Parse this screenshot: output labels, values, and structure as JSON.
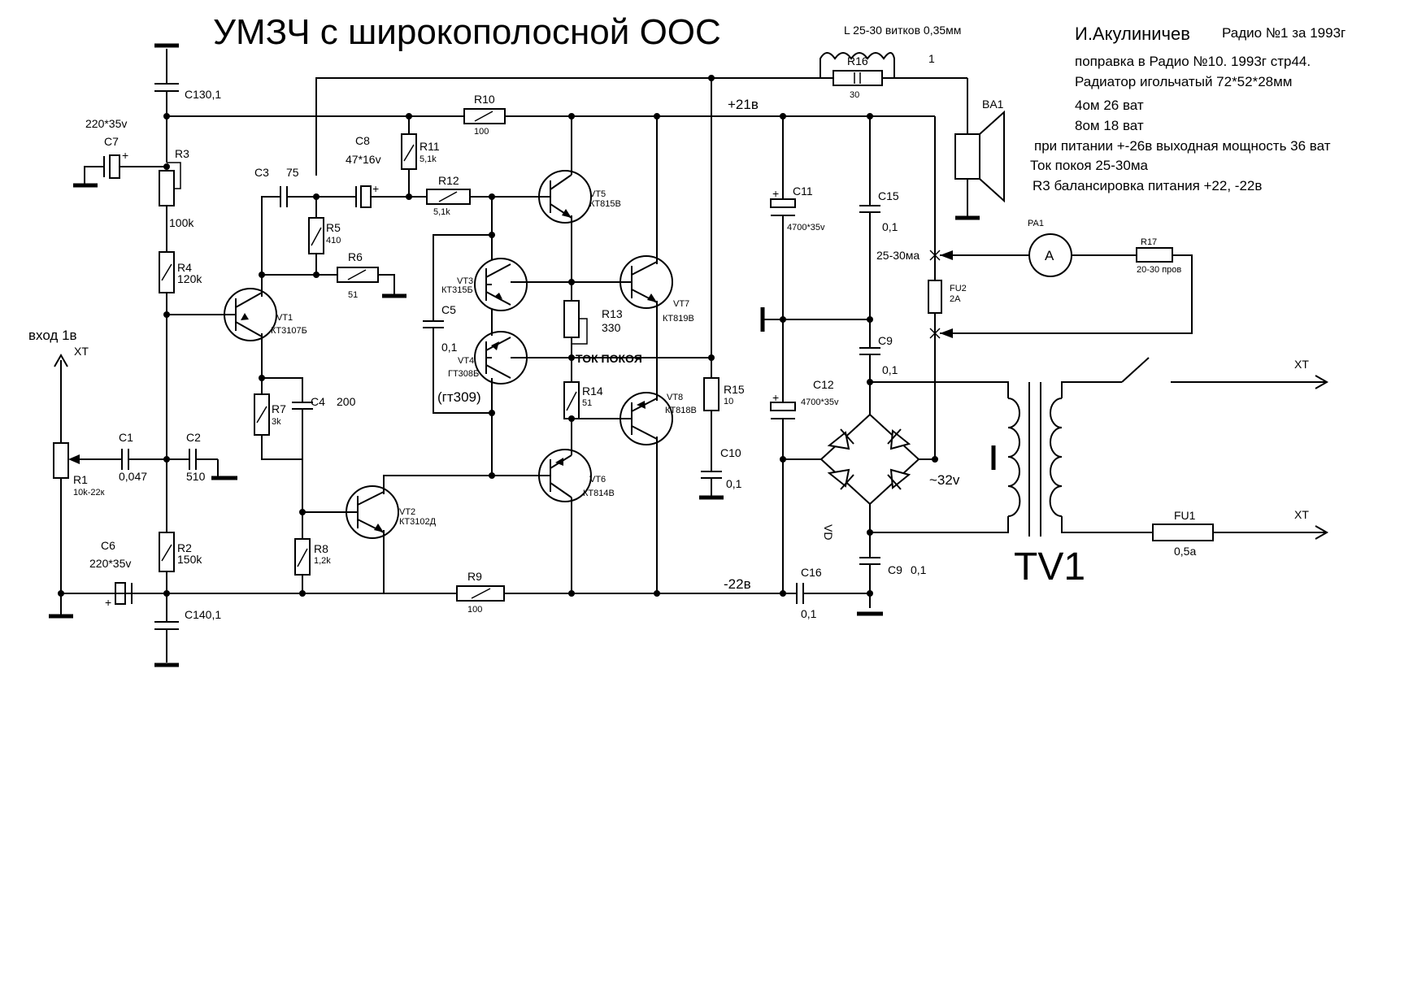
{
  "title": "УМЗЧ с широкополосной ООС",
  "notes": {
    "inductor": "L 25-30 витков 0,35мм",
    "author": "И.Акулиничев",
    "source": "Радио №1 за 1993г",
    "fix": "поправка в Радио №10. 1993г стр44.",
    "radiator": "Радиатор игольчатый 72*52*28мм",
    "p4": "4ом 26 ват",
    "p8": "8ом 18 ват",
    "p26": "при питании +-26в выходная мощность 36 ват",
    "idle": "Ток покоя 25-30ма",
    "r3": "R3 балансировка питания +22, -22в"
  },
  "rails": {
    "pos": "+21в",
    "neg": "-22в"
  },
  "input": {
    "label": "вход 1в",
    "xt": "XT"
  },
  "components": {
    "c13": "C130,1",
    "c14": "C140,1",
    "c7": "C7",
    "c7v": "220*35v",
    "r3": "R3",
    "r3v": "100k",
    "r4": "R4",
    "r4v": "120k",
    "r2": "R2",
    "r2v": "150k",
    "r1": "R1",
    "r1v": "10k-22к",
    "c1": "C1",
    "c1v": "0,047",
    "c2": "C2",
    "c2v": "510",
    "c6": "C6",
    "c6v": "220*35v",
    "c3": "C3",
    "c3v": "75",
    "c8": "C8",
    "c8v": "47*16v",
    "r11": "R11",
    "r11v": "5,1k",
    "r10": "R10",
    "r10v": "100",
    "r12": "R12",
    "r12v": "5,1k",
    "r5": "R5",
    "r5v": "410",
    "r6": "R6",
    "r6v": "51",
    "vt1": "VT1",
    "vt1t": "КТ3107Б",
    "r7": "R7",
    "r7v": "3k",
    "c4": "C4",
    "c4v": "200",
    "r8": "R8",
    "r8v": "1,2k",
    "vt2": "VT2",
    "vt2t": "КТ3102Д",
    "r9": "R9",
    "r9v": "100",
    "vt3": "VT3",
    "vt3t": "КТ315Б",
    "vt4": "VT4",
    "vt4t": "ГТ308Б",
    "vt4alt": "(гт309)",
    "c5": "C5",
    "c5v": "0,1",
    "vt5": "VT5",
    "vt5t": "КТ815В",
    "vt6": "VT6",
    "vt6t": "КТ814В",
    "r13": "R13",
    "r13v": "330",
    "idle_label": "ТОК ПОКОЯ",
    "r14": "R14",
    "r14v": "51",
    "vt7": "VT7",
    "vt7t": "КТ819В",
    "vt8": "VT8",
    "vt8t": "КТ818В",
    "r15": "R15",
    "r15v": "10",
    "c10": "C10",
    "c10v": "0,1",
    "r16": "R16",
    "r16v": "30",
    "one": "1",
    "ba1": "BA1",
    "c11": "C11",
    "c11v": "4700*35v",
    "c12": "C12",
    "c12v": "4700*35v",
    "c15": "C15",
    "c15v": "0,1",
    "c9a": "C9",
    "c9av": "0,1",
    "c9b": "C9",
    "c9bv": "0,1",
    "c16": "C16",
    "c16v": "0,1",
    "ma": "25-30ма",
    "pa1": "PA1",
    "pa1s": "A",
    "r17": "R17",
    "r17v": "20-30 пров",
    "fu2": "FU2",
    "fu2v": "2A",
    "vd": "VD",
    "ac": "~32v",
    "tv1": "TV1",
    "xt1": "XT",
    "xt2": "XT",
    "fu1": "FU1",
    "fu1v": "0,5а"
  }
}
